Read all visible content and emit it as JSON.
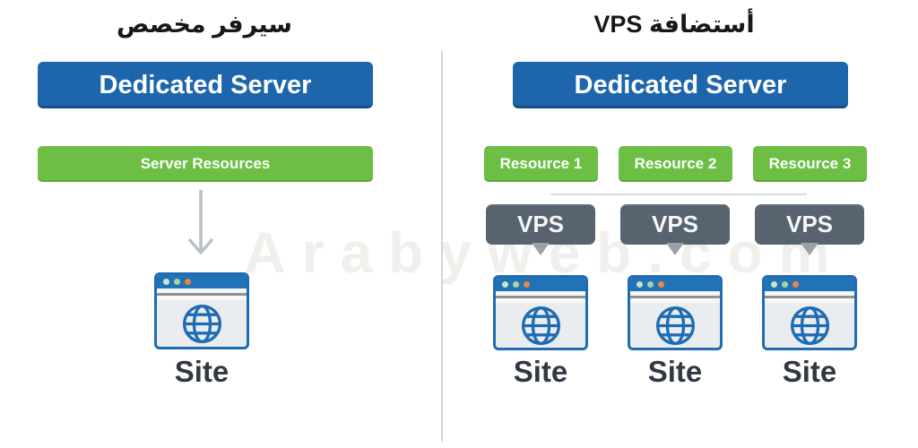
{
  "watermark": {
    "text": "Arabyweb.com"
  },
  "left": {
    "title": "سيرفر مخصص",
    "dedicated_label": "Dedicated Server",
    "resources_label": "Server Resources",
    "site_label": "Site"
  },
  "right": {
    "title": "أستضافة VPS",
    "dedicated_label": "Dedicated Server",
    "columns": [
      {
        "resource": "Resource 1",
        "vps": "VPS",
        "site": "Site"
      },
      {
        "resource": "Resource 2",
        "vps": "VPS",
        "site": "Site"
      },
      {
        "resource": "Resource 3",
        "vps": "VPS",
        "site": "Site"
      }
    ]
  },
  "colors": {
    "dedicated_blue": "#1d66ac",
    "resource_green": "#6cbf44",
    "vps_gray": "#57636e",
    "tail_gray": "#9aa1a8",
    "browser_blue": "#1f6cb2",
    "browser_bar_blue": "#2272b8",
    "dot_green_light": "#cbe4c6",
    "dot_green": "#a8d3a2",
    "dot_orange": "#ed8540",
    "arrow_gray": "#b9c0c6",
    "divider_gray": "#cfd6da",
    "watermark_gray": "#f0efec"
  }
}
